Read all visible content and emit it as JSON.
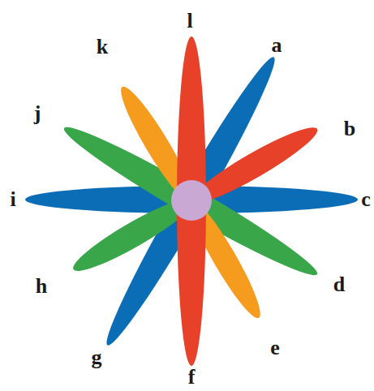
{
  "diagram": {
    "labels": [
      "l",
      "a",
      "k",
      "j",
      "b",
      "i",
      "c",
      "d",
      "h",
      "e",
      "g",
      "f"
    ]
  }
}
